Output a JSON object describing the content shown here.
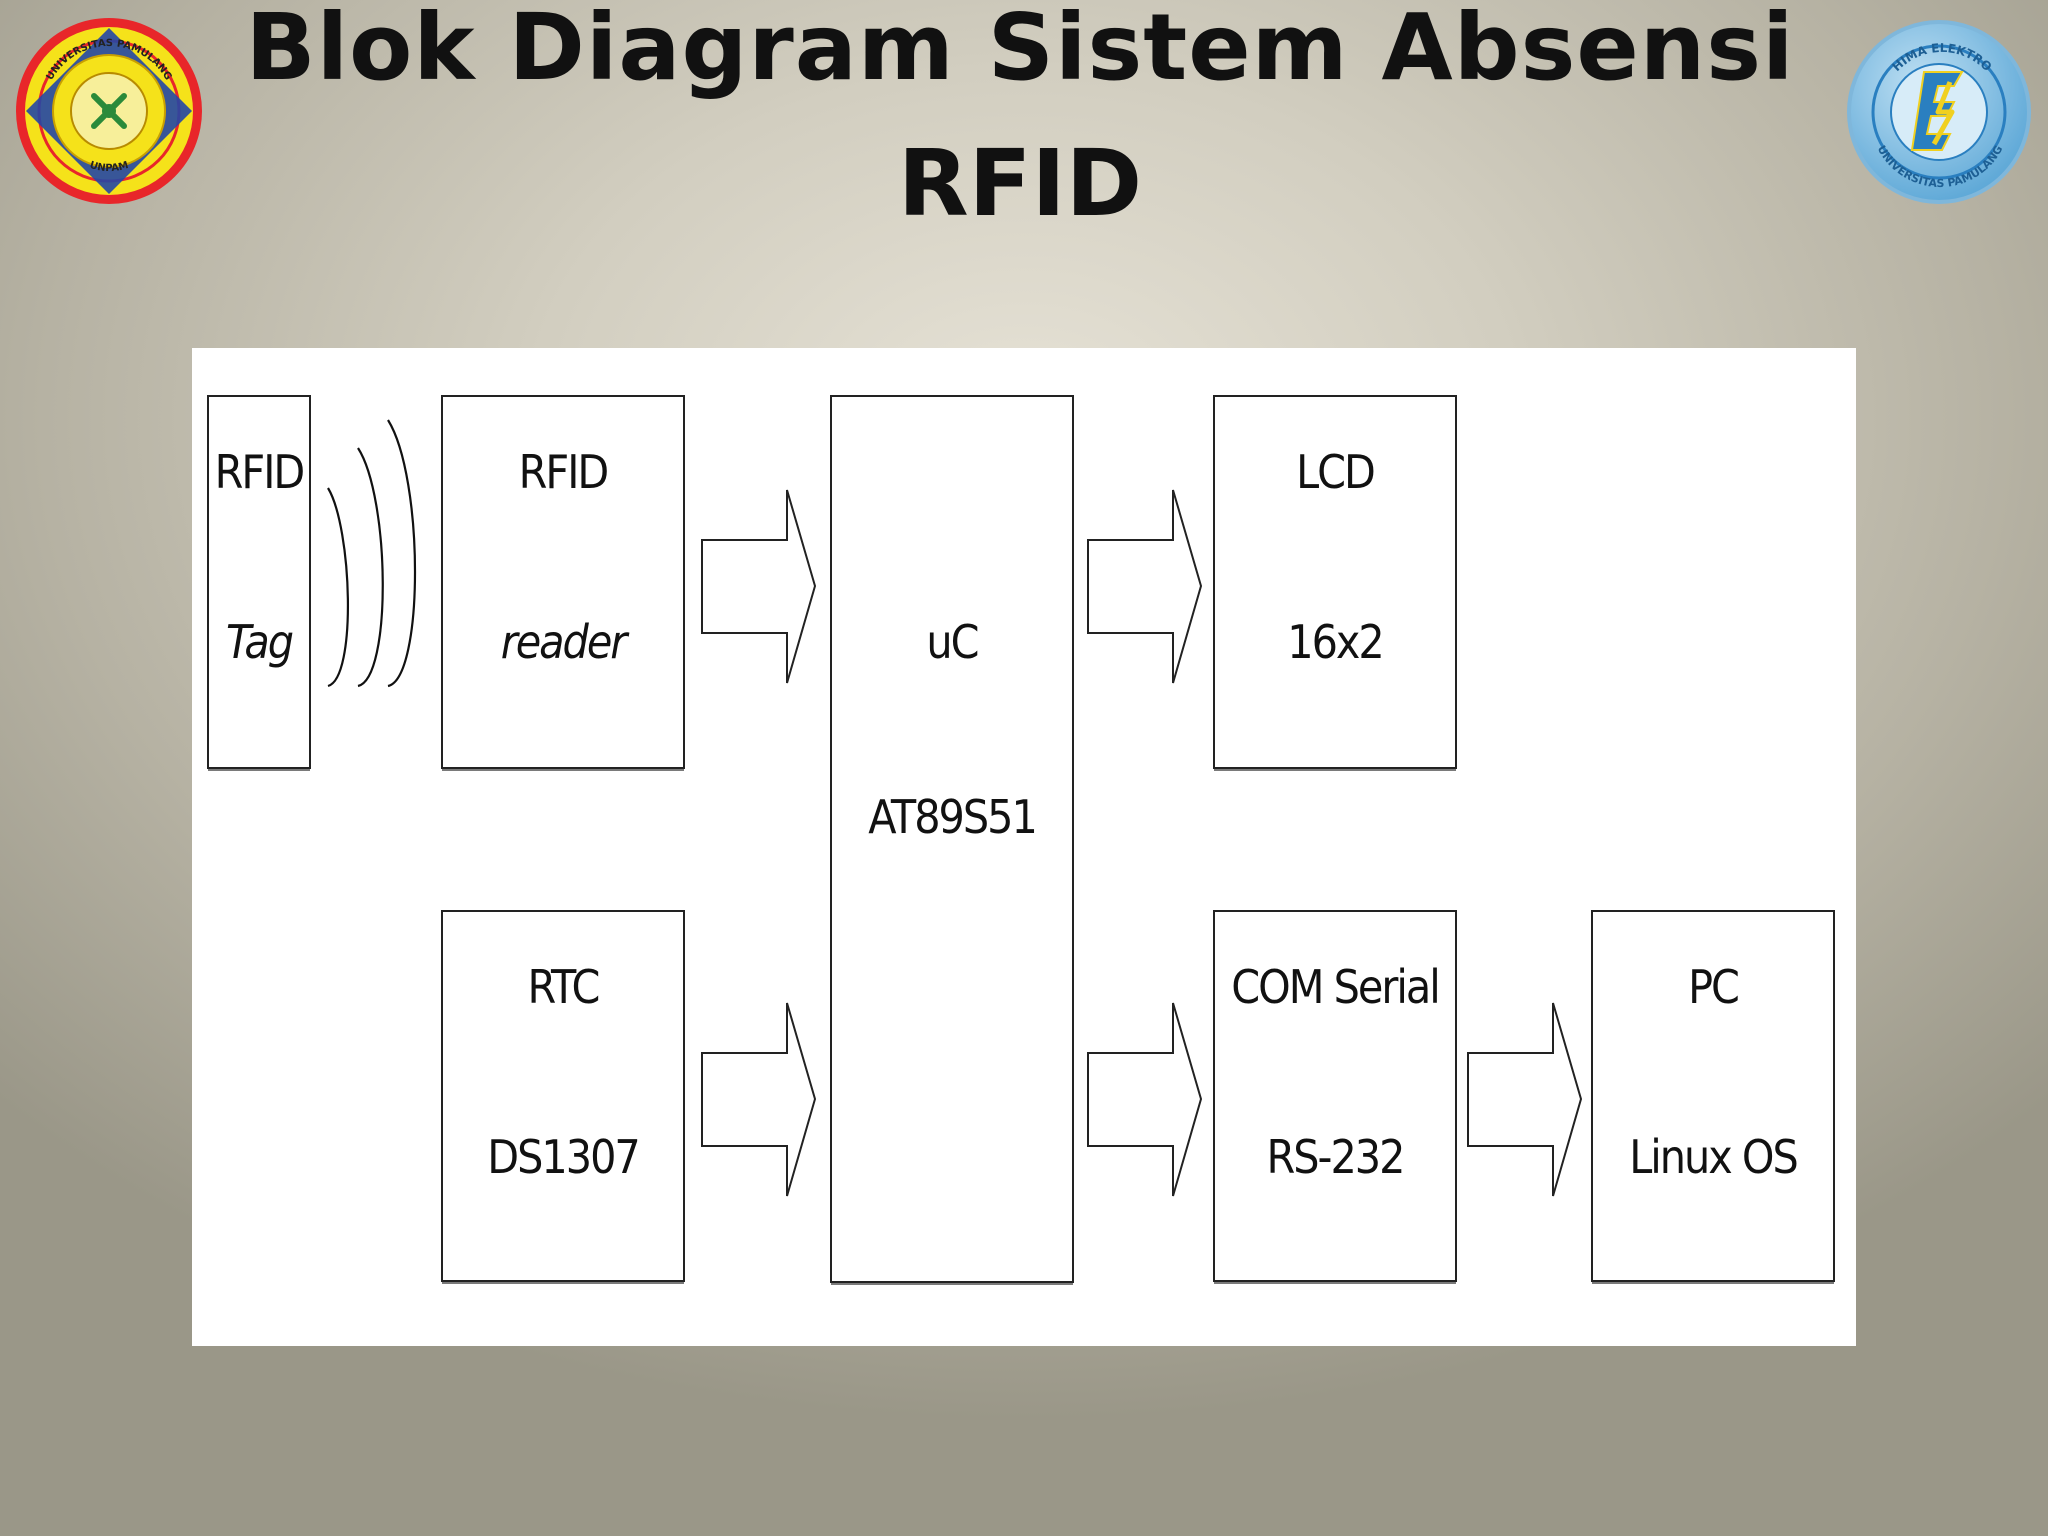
{
  "slide": {
    "title_line1": "Blok Diagram Sistem Absensi",
    "title_line2": "RFID"
  },
  "logos": {
    "left": {
      "icon": "university-seal-icon",
      "text": "UNIVERSITAS PAMULANG",
      "short": "UNPAM",
      "colors": {
        "outer": "#e8262a",
        "inner": "#f5e21a",
        "diamond": "#2447a6"
      }
    },
    "right": {
      "icon": "hima-elektro-logo-icon",
      "text_top": "HIMA ELEKTRO",
      "text_bottom": "UNIVERSITAS PAMULANG",
      "colors": {
        "outer": "#8ec3e3",
        "inner": "#2a7fc0"
      }
    }
  },
  "diagram": {
    "blocks": {
      "rfid_tag": {
        "line1": "RFID",
        "line2": "Tag"
      },
      "rfid_reader": {
        "line1": "RFID",
        "line2": "reader"
      },
      "uc": {
        "line1": "uC",
        "line2": "AT89S51"
      },
      "lcd": {
        "line1": "LCD",
        "line2": "16x2"
      },
      "rtc": {
        "line1": "RTC",
        "line2": "DS1307"
      },
      "com": {
        "line1": "COM Serial",
        "line2": "RS-232"
      },
      "pc": {
        "line1": "PC",
        "line2": "Linux OS"
      }
    },
    "connections": [
      {
        "from": "rfid_tag",
        "to": "rfid_reader",
        "kind": "wireless"
      },
      {
        "from": "rfid_reader",
        "to": "uc",
        "kind": "arrow"
      },
      {
        "from": "rtc",
        "to": "uc",
        "kind": "arrow"
      },
      {
        "from": "uc",
        "to": "lcd",
        "kind": "arrow"
      },
      {
        "from": "uc",
        "to": "com",
        "kind": "arrow"
      },
      {
        "from": "com",
        "to": "pc",
        "kind": "arrow"
      }
    ]
  }
}
